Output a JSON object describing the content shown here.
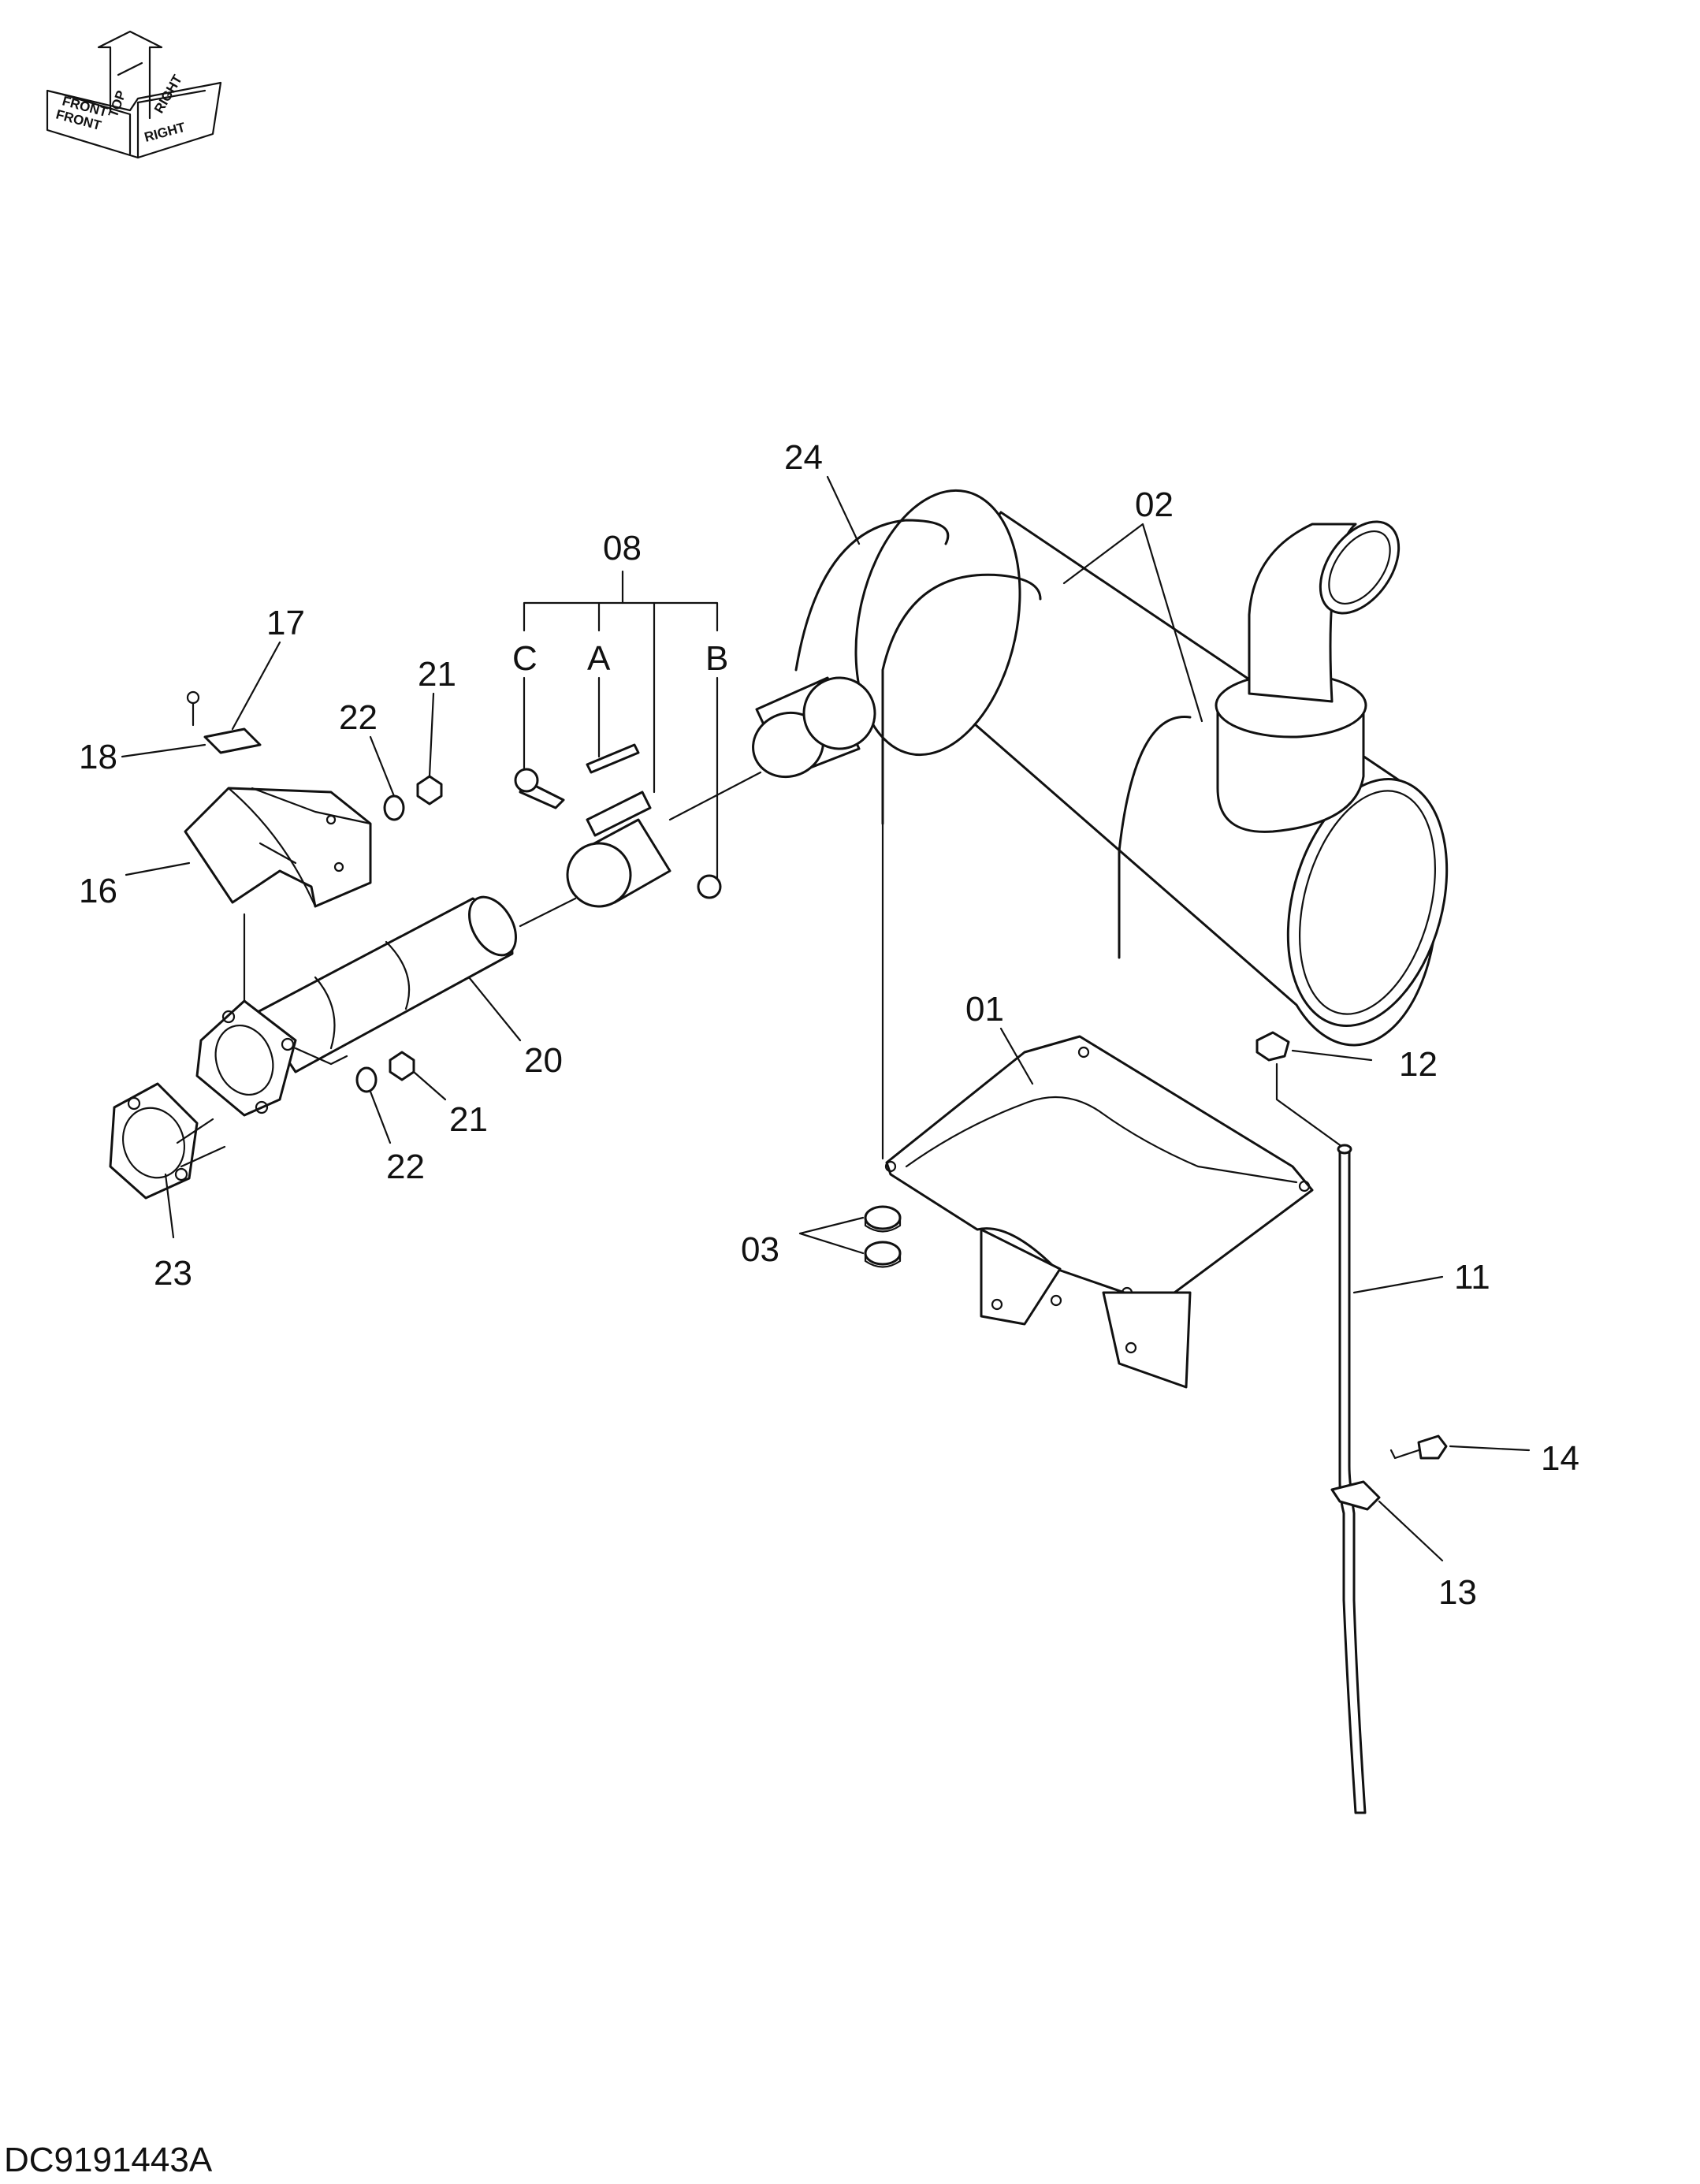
{
  "drawing_id": "DC9191443A",
  "orientation": {
    "top": "TOP",
    "front": "FRONT",
    "right": "RIGHT",
    "front_small": "FRONT",
    "right_small": "RIGHT"
  },
  "callouts": {
    "c24": "24",
    "c02": "02",
    "c08": "08",
    "cC": "C",
    "cA": "A",
    "cB": "B",
    "c17": "17",
    "c18": "18",
    "c22a": "22",
    "c21a": "21",
    "c16": "16",
    "c20": "20",
    "c21b": "21",
    "c22b": "22",
    "c23": "23",
    "c01": "01",
    "c12": "12",
    "c03": "03",
    "c11": "11",
    "c14": "14",
    "c13": "13"
  }
}
